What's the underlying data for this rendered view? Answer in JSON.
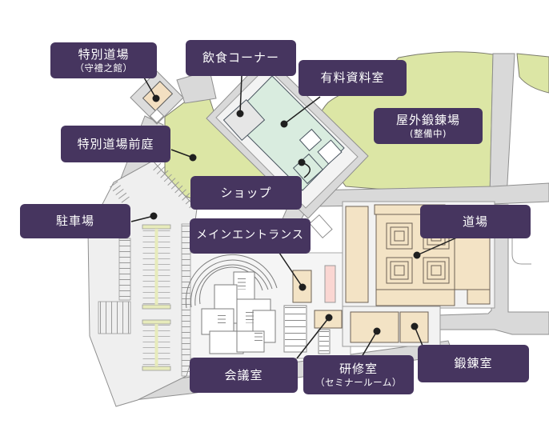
{
  "map": {
    "title_context": "facility-map",
    "labels": {
      "tokubetsu_dojo": {
        "text": "特別道場",
        "sub": "（守禮之館）"
      },
      "inshoku_corner": {
        "text": "飲食コーナー"
      },
      "yuryo_shiryoshitsu": {
        "text": "有料資料室"
      },
      "okugai_tanrenjo": {
        "text": "屋外鍛錬場",
        "sub": "(整備中)"
      },
      "tokubetsu_dojo_zentei": {
        "text": "特別道場前庭"
      },
      "shop": {
        "text": "ショップ"
      },
      "chushajo": {
        "text": "駐車場"
      },
      "main_entrance": {
        "text": "メインエントランス"
      },
      "dojo": {
        "text": "道場"
      },
      "kaigishitsu": {
        "text": "会議室"
      },
      "kenshushitsu": {
        "text": "研修室",
        "sub": "（セミナールーム）"
      },
      "tanrenshitsu": {
        "text": "鍛錬室"
      }
    },
    "colors": {
      "label_bg": "#46355f",
      "label_text": "#ffffff",
      "lawn_green": "#dce6a5",
      "mint_building": "#d9ecdf",
      "tan_building": "#f3e3c5",
      "pink_building": "#fad6d2",
      "road_gray": "#d9d9d9",
      "parking_gray": "#efefef",
      "divider_yellow": "#e7ebbb",
      "marker_dot": "#1f1f1f"
    }
  }
}
